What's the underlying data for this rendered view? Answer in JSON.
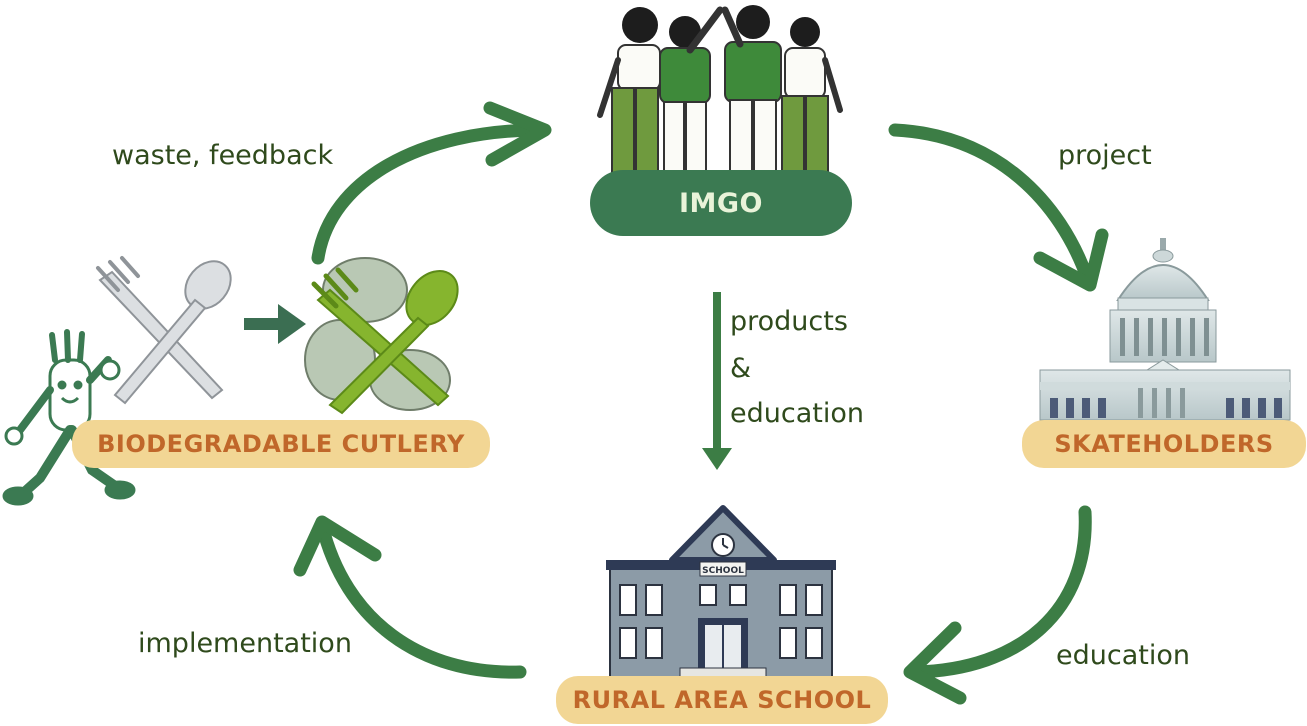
{
  "nodes": {
    "imgo": {
      "label": "IMGO",
      "icon": "group-of-people-icon"
    },
    "stakeholders": {
      "label": "SKATEHOLDERS",
      "icon": "capitol-building-icon"
    },
    "school": {
      "label": "RURAL AREA SCHOOL",
      "icon": "school-building-icon",
      "sign": "SCHOOL"
    },
    "cutlery": {
      "label": "BIODEGRADABLE CUTLERY",
      "icon": "cutlery-transformation-icon"
    }
  },
  "edges": {
    "cutlery_to_imgo": "waste, feedback",
    "imgo_to_stakeholders": "project",
    "stakeholders_to_school": "education",
    "school_to_cutlery": "implementation",
    "imgo_to_school": {
      "line1": "products",
      "line2": "&",
      "line3": "education"
    }
  },
  "colors": {
    "arrow": "#3c7d45",
    "label_text": "#2f4a1c",
    "tan_pill": "#f2d694",
    "tan_text": "#c0672a",
    "green_pill": "#3b7a52",
    "green_pill_text": "#e9f3d9"
  }
}
